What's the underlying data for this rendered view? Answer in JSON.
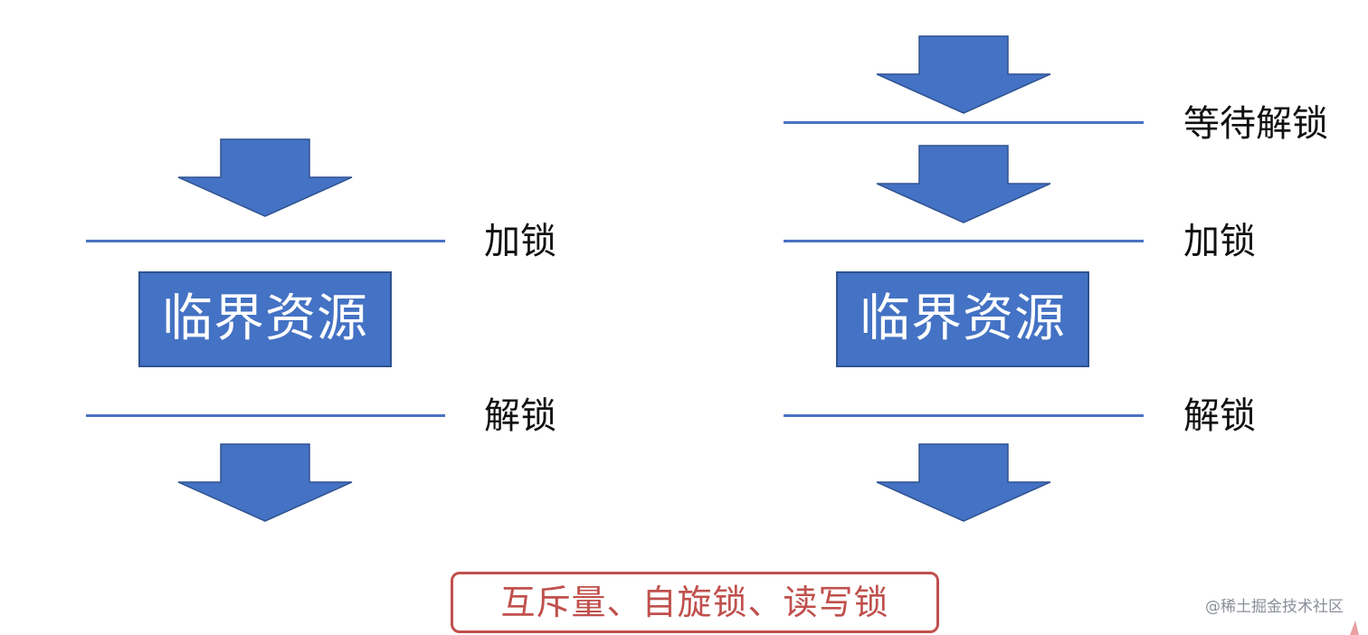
{
  "colors": {
    "arrow_fill": "#4472C4",
    "arrow_stroke": "#2F528F",
    "line": "#4A72C4",
    "box_fill": "#4472C4",
    "summary_border": "#C0504D",
    "summary_text": "#C0504D"
  },
  "left_flow": {
    "lock_label": "加锁",
    "resource_label": "临界资源",
    "unlock_label": "解锁"
  },
  "right_flow": {
    "wait_label": "等待解锁",
    "lock_label": "加锁",
    "resource_label": "临界资源",
    "unlock_label": "解锁"
  },
  "summary": {
    "text": "互斥量、自旋锁、读写锁"
  },
  "watermark": {
    "text": "@稀土掘金技术社区"
  }
}
